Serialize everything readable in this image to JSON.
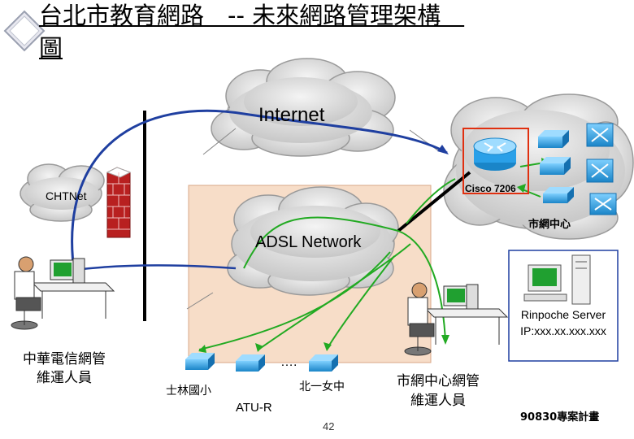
{
  "title": {
    "line1": "台北市教育網路　-- 未來網路管理架構　",
    "line2": "圖"
  },
  "clouds": {
    "internet": "Internet",
    "chtnet": "CHTNet",
    "adsl": "ADSL Network",
    "city_center": "市網中心"
  },
  "router_label": "Cisco 7206",
  "server": {
    "line1": "Rinpoche Server",
    "line2": "IP:xxx.xx.xxx.xxx"
  },
  "chief_operator": {
    "line1": "中華電信網管",
    "line2": "維運人員"
  },
  "city_operator": {
    "line1": "市網中心網管",
    "line2": "維運人員"
  },
  "sites": {
    "shilin": "士林國小",
    "beiyi": "北一女中",
    "dots": "….",
    "atu": "ATU-R"
  },
  "footer": {
    "page_number": "42",
    "project": "90830專案計畫"
  },
  "colors": {
    "adsl_box": "#f7ddc8",
    "cloud": "#d6d6d6",
    "blue_link": "#1f3fa0",
    "green_link": "#22aa22",
    "device": "#1e9ae0",
    "highlight_box": "#e03010",
    "firewall": "#c83030"
  }
}
